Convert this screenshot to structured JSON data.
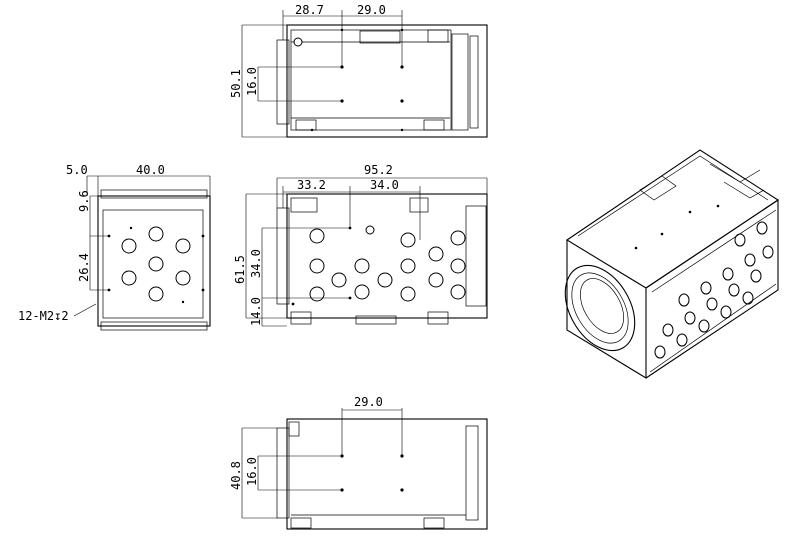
{
  "drawing": {
    "top_view": {
      "dim_h1": "28.7",
      "dim_h2": "29.0",
      "dim_v1": "50.1",
      "dim_v2": "16.0"
    },
    "front_view": {
      "dim_h1": "5.0",
      "dim_h2": "40.0",
      "dim_v1": "9.6",
      "dim_v2": "26.4",
      "note": "12-M2↧2"
    },
    "side_view": {
      "dim_total": "95.2",
      "dim_h1": "33.2",
      "dim_h2": "34.0",
      "dim_v1": "61.5",
      "dim_v2": "34.0",
      "dim_v3": "14.0"
    },
    "bottom_view": {
      "dim_h1": "29.0",
      "dim_v1": "40.8",
      "dim_v2": "16.0"
    }
  }
}
